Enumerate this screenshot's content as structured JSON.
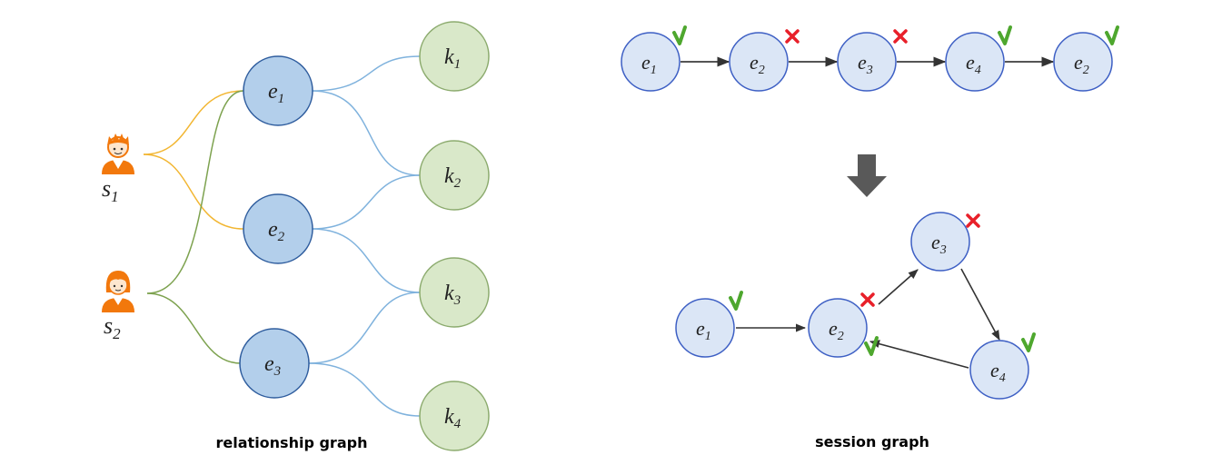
{
  "relationship_graph": {
    "caption": "relationship graph",
    "students": [
      {
        "label": "s",
        "sub": "1",
        "icon": "boy-avatar-icon"
      },
      {
        "label": "s",
        "sub": "2",
        "icon": "girl-avatar-icon"
      }
    ],
    "exercises": [
      {
        "label": "e",
        "sub": "1"
      },
      {
        "label": "e",
        "sub": "2"
      },
      {
        "label": "e",
        "sub": "3"
      }
    ],
    "knowledge": [
      {
        "label": "k",
        "sub": "1"
      },
      {
        "label": "k",
        "sub": "2"
      },
      {
        "label": "k",
        "sub": "3"
      },
      {
        "label": "k",
        "sub": "4"
      }
    ],
    "student_exercise_edges": [
      [
        "s1",
        "e1"
      ],
      [
        "s1",
        "e2"
      ],
      [
        "s2",
        "e1"
      ],
      [
        "s2",
        "e3"
      ]
    ],
    "exercise_knowledge_edges": [
      [
        "e1",
        "k1"
      ],
      [
        "e1",
        "k2"
      ],
      [
        "e2",
        "k2"
      ],
      [
        "e2",
        "k3"
      ],
      [
        "e3",
        "k3"
      ],
      [
        "e3",
        "k4"
      ]
    ]
  },
  "session_graph": {
    "caption": "session graph",
    "sequence": [
      {
        "label": "e",
        "sub": "1",
        "mark": "correct"
      },
      {
        "label": "e",
        "sub": "2",
        "mark": "wrong"
      },
      {
        "label": "e",
        "sub": "3",
        "mark": "wrong"
      },
      {
        "label": "e",
        "sub": "4",
        "mark": "correct"
      },
      {
        "label": "e",
        "sub": "2",
        "mark": "correct"
      }
    ],
    "graph_nodes": [
      {
        "label": "e",
        "sub": "1",
        "marks": [
          "correct"
        ]
      },
      {
        "label": "e",
        "sub": "2",
        "marks": [
          "wrong",
          "correct"
        ]
      },
      {
        "label": "e",
        "sub": "3",
        "marks": [
          "wrong"
        ]
      },
      {
        "label": "e",
        "sub": "4",
        "marks": [
          "correct"
        ]
      }
    ],
    "graph_edges": [
      [
        "e1",
        "e2"
      ],
      [
        "e2",
        "e3"
      ],
      [
        "e3",
        "e4"
      ],
      [
        "e4",
        "e2"
      ]
    ],
    "transform_arrow": "down-arrow-icon"
  },
  "colors": {
    "exercise_fill": "#b3cfeb",
    "exercise_stroke": "#2f5d9e",
    "knowledge_fill": "#d9e8c9",
    "knowledge_stroke": "#8cab6e",
    "session_fill": "#dbe6f6",
    "session_stroke": "#3d5fc4",
    "edge_s1": "#f2b632",
    "edge_s2": "#7da24f",
    "edge_ek": "#7fb2dd",
    "correct": "#4ea72e",
    "wrong": "#e8202a",
    "arrow": "#555555",
    "avatar": "#f2780c"
  }
}
